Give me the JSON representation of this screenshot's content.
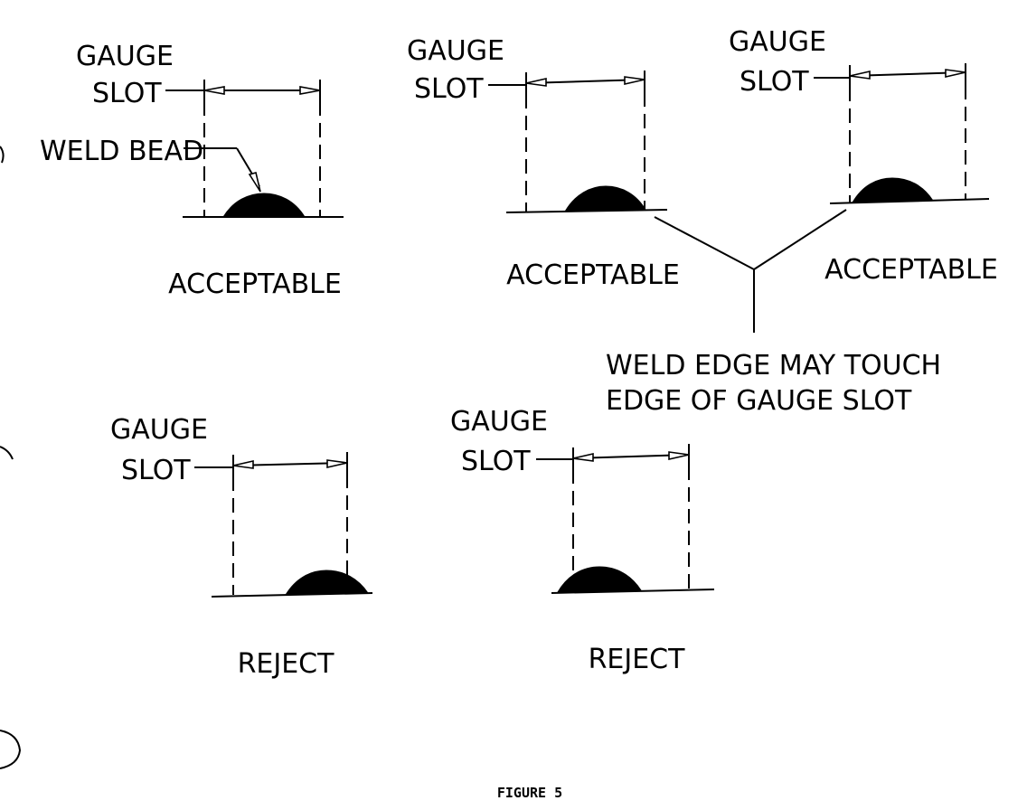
{
  "labels": {
    "gauge_top": "GAUGE",
    "gauge_bottom": "SLOT",
    "weld_bead": "WELD BEAD",
    "acceptable": "ACCEPTABLE",
    "reject": "REJECT",
    "note_line1": "WELD EDGE MAY TOUCH",
    "note_line2": "EDGE OF GAUGE SLOT",
    "figure": "FIGURE 5"
  }
}
